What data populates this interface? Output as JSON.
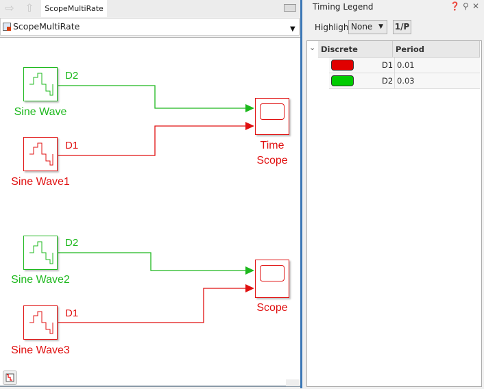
{
  "editor": {
    "tab_label": "ScopeMultiRate",
    "address": "ScopeMultiRate",
    "signal_color_fast": "#e01010",
    "signal_color_slow": "#1db81d",
    "blocks": {
      "sine_wave": {
        "name": "Sine Wave",
        "signal": "D2"
      },
      "sine_wave1": {
        "name": "Sine Wave1",
        "signal": "D1"
      },
      "sine_wave2": {
        "name": "Sine Wave2",
        "signal": "D2"
      },
      "sine_wave3": {
        "name": "Sine Wave3",
        "signal": "D1"
      },
      "time_scope": {
        "name_line1": "Time",
        "name_line2": "Scope"
      },
      "scope": {
        "name": "Scope"
      }
    }
  },
  "timing_legend": {
    "title": "Timing Legend",
    "highlight_label": "Highlight",
    "highlight_value": "None",
    "rate_button": "1/P",
    "columns": [
      "Discrete",
      "Period"
    ],
    "rows": [
      {
        "color": "#e00000",
        "name": "D1",
        "period": "0.01"
      },
      {
        "color": "#00cc00",
        "name": "D2",
        "period": "0.03"
      }
    ]
  }
}
